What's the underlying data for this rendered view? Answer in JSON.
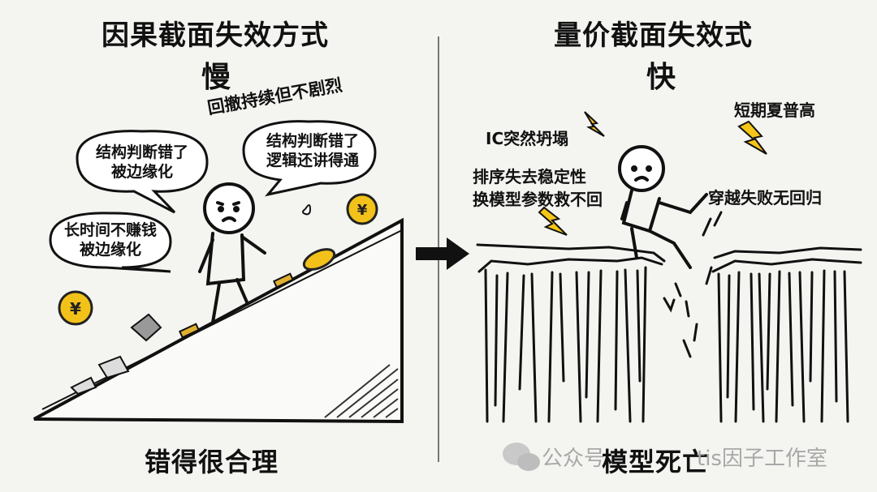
{
  "left": {
    "title": "因果截面失效方式",
    "speed": "慢",
    "bubble_top": "回撤持续但不剧烈",
    "bubble_1": [
      "结构判断错了",
      "被边缘化"
    ],
    "bubble_2": [
      "结构判断错了",
      "逻辑还讲得通"
    ],
    "bubble_3": [
      "长时间不赚钱",
      "被边缘化"
    ],
    "caption": "错得很合理"
  },
  "right": {
    "title": "量价截面失效式",
    "speed": "快",
    "label_ic": "IC突然坍塌",
    "label_short": "短期夏普高",
    "label_rank": [
      "排序失去稳定性",
      "换模型参数救不回"
    ],
    "label_cross": "穿越失败无回归",
    "caption": "模型死亡"
  },
  "watermark": {
    "icon": "wechat-icon",
    "text": "公众号",
    "text2": "tis因子工作室"
  },
  "colors": {
    "coin": "#f2c21b",
    "coin_stroke": "#222",
    "bolt": "#f5c518",
    "line": "#111"
  },
  "icons": [
    "coin-icon",
    "lightning-icon",
    "arrow-right-icon",
    "stick-figure-icon",
    "cliff-icon",
    "ramp-icon"
  ]
}
